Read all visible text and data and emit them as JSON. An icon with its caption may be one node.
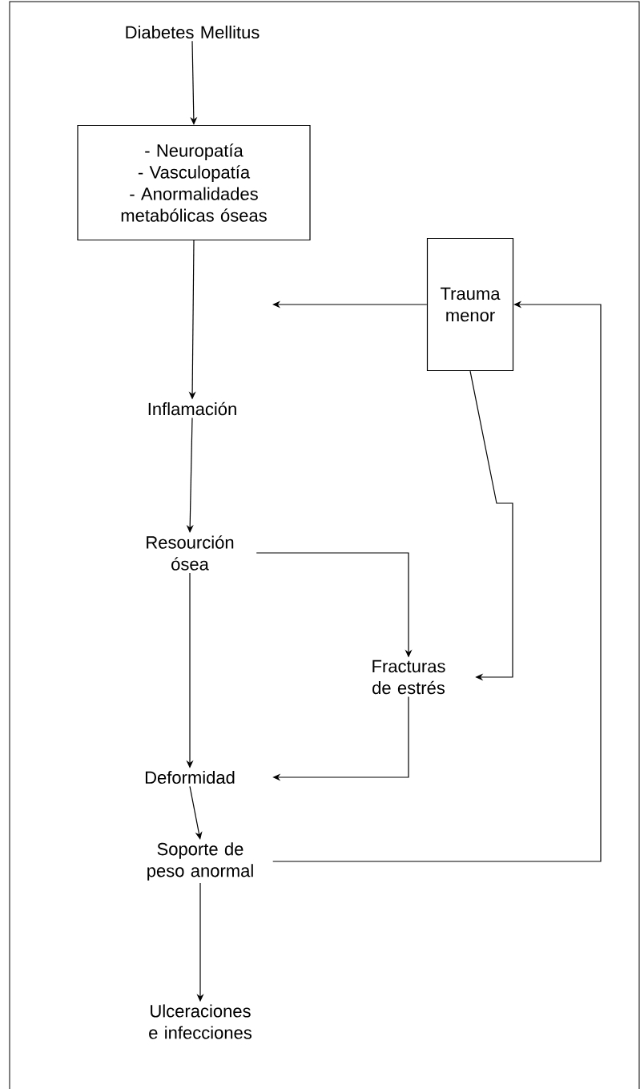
{
  "diagram": {
    "nodes": [
      {
        "text": [
          "Diabetes Mellitus"
        ]
      },
      {
        "text": [
          "- Neuropatía",
          "- Vasculopatía",
          "- Anormalidades metabólicas óseas"
        ]
      },
      {
        "text": [
          "Inflamación"
        ]
      },
      {
        "text": [
          "Trauma menor"
        ]
      },
      {
        "text": [
          "Resourción ósea"
        ]
      },
      {
        "text": [
          "Fracturas de estrés"
        ]
      },
      {
        "text": [
          "Deformidad"
        ]
      },
      {
        "text": [
          "Soporte de peso anormal"
        ]
      },
      {
        "text": [
          "Ulceraciones e infecciones"
        ]
      }
    ],
    "edges": [
      {
        "from": 0,
        "to": 1,
        "arrow": "to"
      },
      {
        "from": 1,
        "to": 2,
        "arrow": "to"
      },
      {
        "from": 3,
        "to": null,
        "arrow": "to"
      },
      {
        "from": 2,
        "to": 4,
        "arrow": "to"
      },
      {
        "from": 4,
        "to": 5,
        "arrow": "to"
      },
      {
        "from": 3,
        "to": 5,
        "arrow": "to"
      },
      {
        "from": 4,
        "to": 6,
        "arrow": "to"
      },
      {
        "from": 5,
        "to": 6,
        "arrow": "to"
      },
      {
        "from": 6,
        "to": 7,
        "arrow": "to"
      },
      {
        "from": 7,
        "to": 3,
        "arrow": "to"
      },
      {
        "from": 7,
        "to": 8,
        "arrow": "to"
      }
    ]
  }
}
